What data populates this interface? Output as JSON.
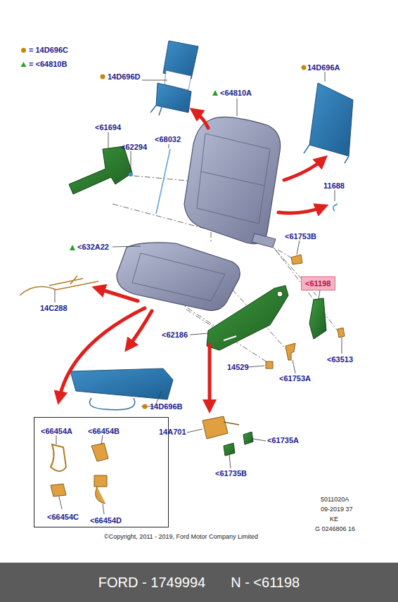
{
  "diagram": {
    "nodes": [
      {
        "text": [
          "<61198"
        ]
      },
      {
        "text": [
          "<66454A",
          "<66454B",
          "<66454C",
          "<66454D"
        ]
      },
      {
        "text": [
          "FORD - 1749994",
          "N - <61198"
        ]
      }
    ],
    "labels": [
      "14D696D",
      "<64810A",
      "14D696A",
      "<61694",
      "<62294",
      "<68032",
      "11688",
      "<61753B",
      "<632A22",
      "14C288",
      "<62186",
      "<63513",
      "14529",
      "<61753A",
      "14D696B",
      "14A701",
      "<61735A",
      "<61735B",
      "©Copyright, 2011 - 2019, Ford Motor Company Limited",
      "5011020A",
      "09-2019 37",
      "KE",
      "G 0246806 16"
    ],
    "legend": [
      {
        "text": "= 14D696C",
        "color": "#c8860a"
      },
      {
        "text": "= <64810B",
        "color": "#2aa02a"
      }
    ]
  }
}
